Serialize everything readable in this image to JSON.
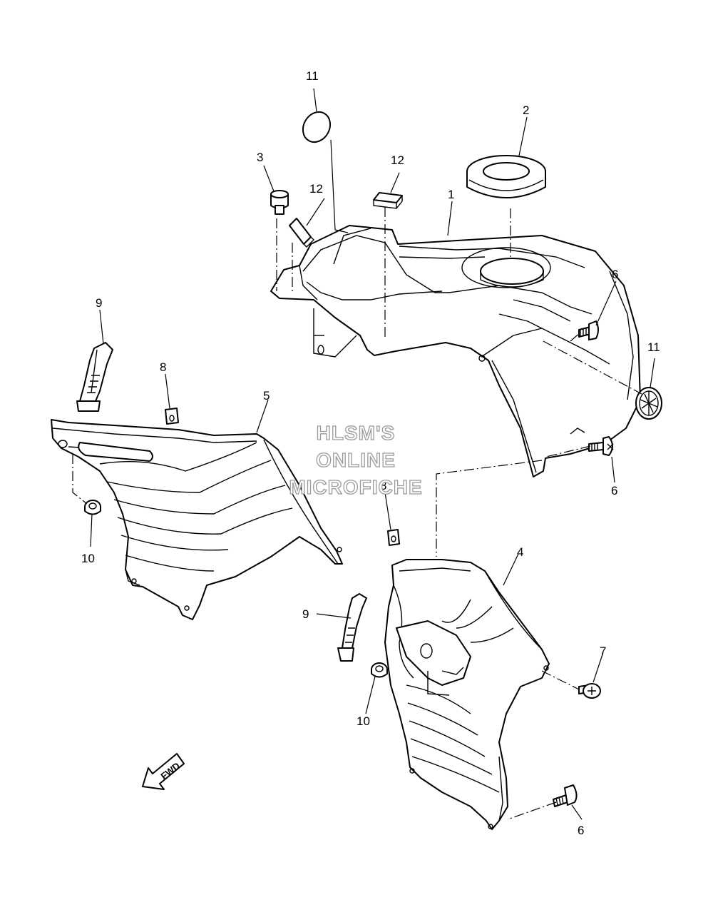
{
  "watermark": {
    "line1": "HLSM'S",
    "line2": "ONLINE",
    "line3": "MICROFICHE"
  },
  "direction_label": "FWD",
  "callouts": {
    "tank_cover": "1",
    "ring": "2",
    "cap_nut": "3",
    "side_cover_right": "4",
    "side_cover_left": "5",
    "bolt_top": "6",
    "bolt_mid": "6",
    "bolt_bottom": "6",
    "screw": "7",
    "clip_left": "8",
    "clip_right": "8",
    "grip_left": "9",
    "grip_right": "9",
    "grommet_left": "10",
    "grommet_right": "10",
    "emblem_top": "11",
    "emblem_right": "11",
    "pad_left": "12",
    "pad_right": "12"
  }
}
